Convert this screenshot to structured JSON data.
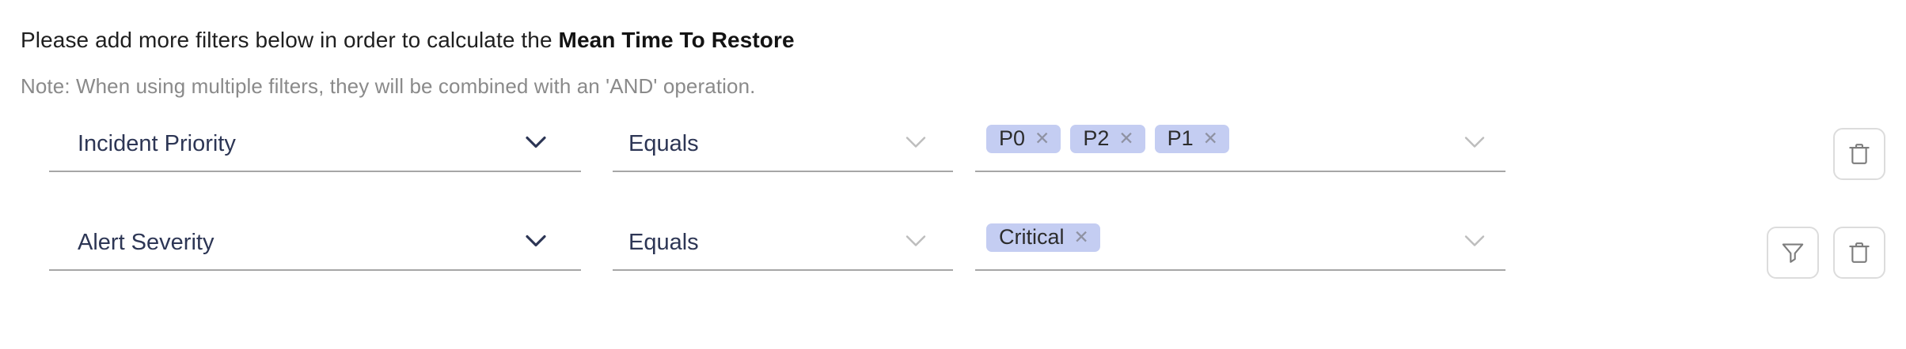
{
  "header": {
    "instruction_prefix": "Please add more filters below in order to calculate the ",
    "instruction_metric": "Mean Time To Restore",
    "note": "Note: When using multiple filters, they will be combined with an 'AND' operation."
  },
  "colors": {
    "chip_background": "#c4cdf2",
    "chip_text": "#2c2c2c",
    "select_value_text": "#2d3655",
    "underline": "#a6a6a6",
    "note_text": "#8a8a8a",
    "icon_stroke": "#7d7d7d",
    "button_border": "#dcdcdc",
    "page_background": "#ffffff"
  },
  "filters": [
    {
      "field": {
        "value": "Incident Priority",
        "chevron_icon": "chevron-down-icon",
        "chevron_tone": "dark"
      },
      "operator": {
        "value": "Equals",
        "chevron_icon": "chevron-down-icon",
        "chevron_tone": "light"
      },
      "value": {
        "chips": [
          {
            "label": "P0",
            "remove_icon": "close-icon"
          },
          {
            "label": "P2",
            "remove_icon": "close-icon"
          },
          {
            "label": "P1",
            "remove_icon": "close-icon"
          }
        ],
        "chevron_icon": "chevron-down-icon",
        "chevron_tone": "light"
      },
      "actions": [
        {
          "name": "delete-filter-button",
          "icon": "trash-icon"
        }
      ]
    },
    {
      "field": {
        "value": "Alert Severity",
        "chevron_icon": "chevron-down-icon",
        "chevron_tone": "dark"
      },
      "operator": {
        "value": "Equals",
        "chevron_icon": "chevron-down-icon",
        "chevron_tone": "light"
      },
      "value": {
        "chips": [
          {
            "label": "Critical",
            "remove_icon": "close-icon"
          }
        ],
        "chevron_icon": "chevron-down-icon",
        "chevron_tone": "light"
      },
      "actions": [
        {
          "name": "add-filter-button",
          "icon": "funnel-icon"
        },
        {
          "name": "delete-filter-button",
          "icon": "trash-icon"
        }
      ]
    }
  ]
}
